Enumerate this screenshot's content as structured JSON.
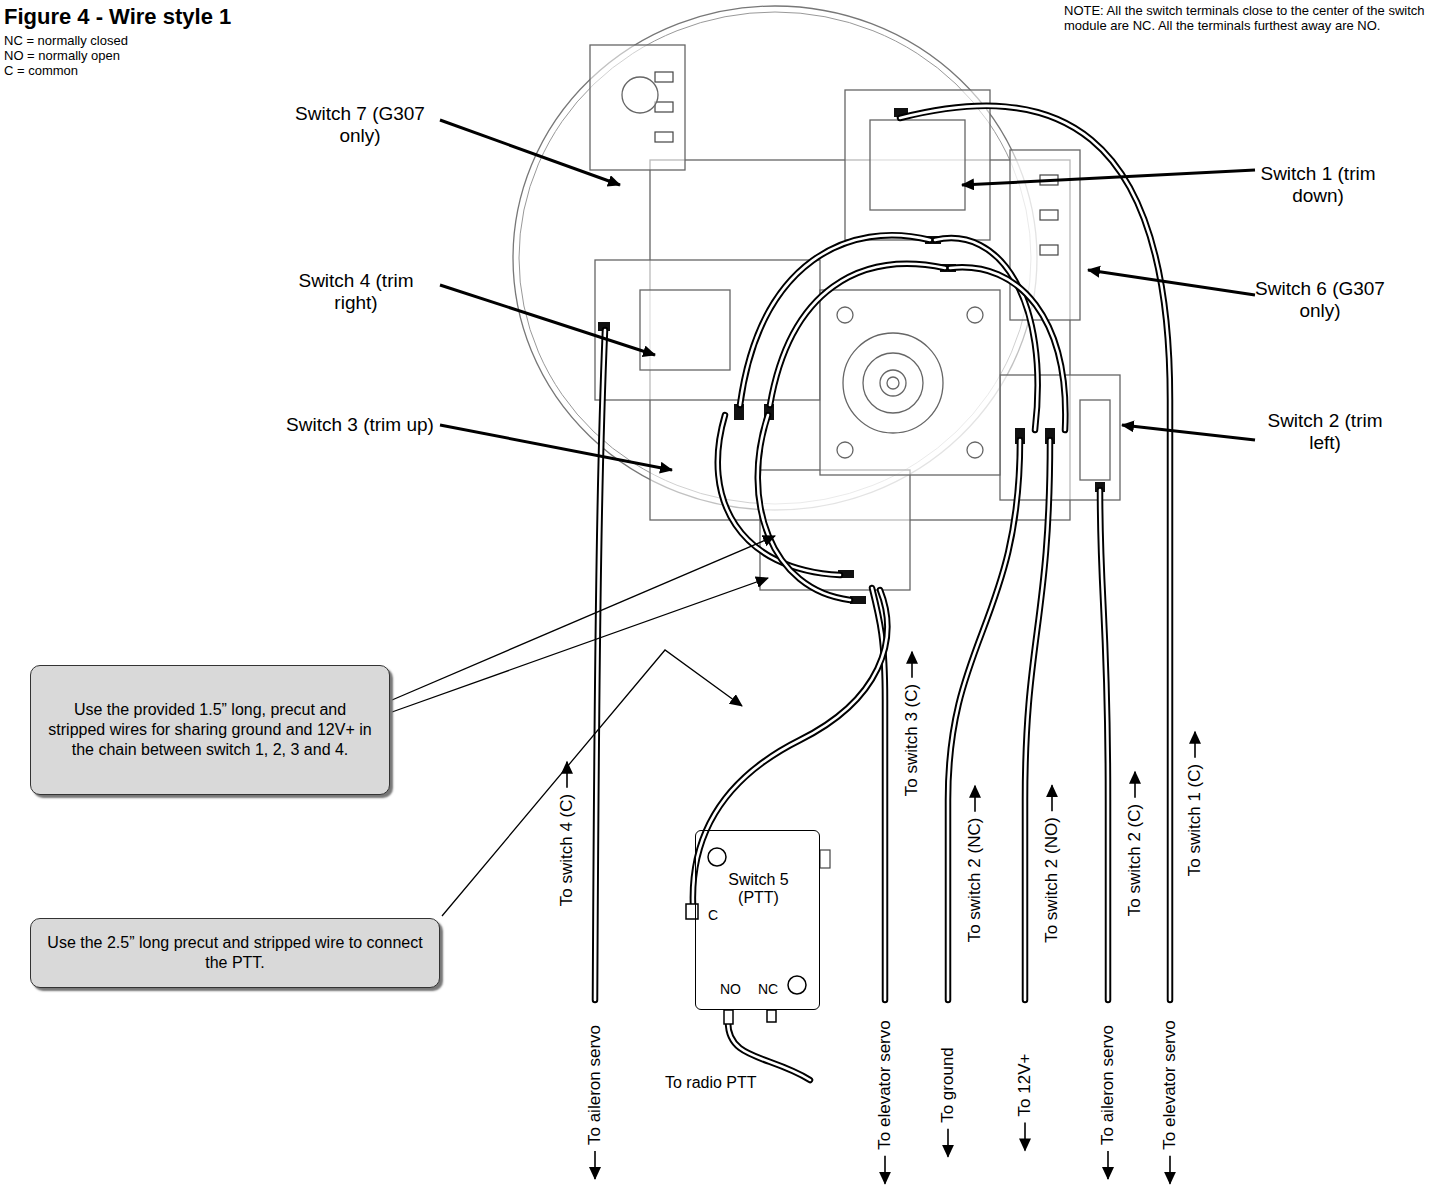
{
  "diagram": {
    "title": "Figure 4 - Wire style 1",
    "nodes": [
      {
        "text": [
          "Use the provided 1.5” long, precut and stripped wires for sharing ground and 12V+ in the chain between switch 1, 2, 3 and 4."
        ]
      },
      {
        "text": [
          "Use the 2.5” long precut and stripped wire to connect the PTT."
        ]
      },
      {
        "text": [
          "Switch 5 (PTT)",
          "C",
          "NO",
          "NC"
        ]
      }
    ],
    "labels": [
      "NC = normally closed",
      "NO = normally open",
      "C = common",
      "NOTE: All the switch terminals close to the center of the switch module are NC. All the terminals furthest away are NO.",
      "Switch 7 (G307 only)",
      "Switch 1 (trim down)",
      "Switch 4 (trim right)",
      "Switch 6 (G307 only)",
      "Switch 3 (trim up)",
      "Switch 2 (trim left)",
      "To switch 4 (C)",
      "To aileron servo",
      "To switch 3 (C)",
      "To elevator servo",
      "To switch 2 (NC)",
      "To ground",
      "To switch 2 (NO)",
      "To 12V+",
      "To switch 2 (C)",
      "To aileron servo",
      "To switch 1 (C)",
      "To elevator servo",
      "To radio PTT"
    ]
  }
}
